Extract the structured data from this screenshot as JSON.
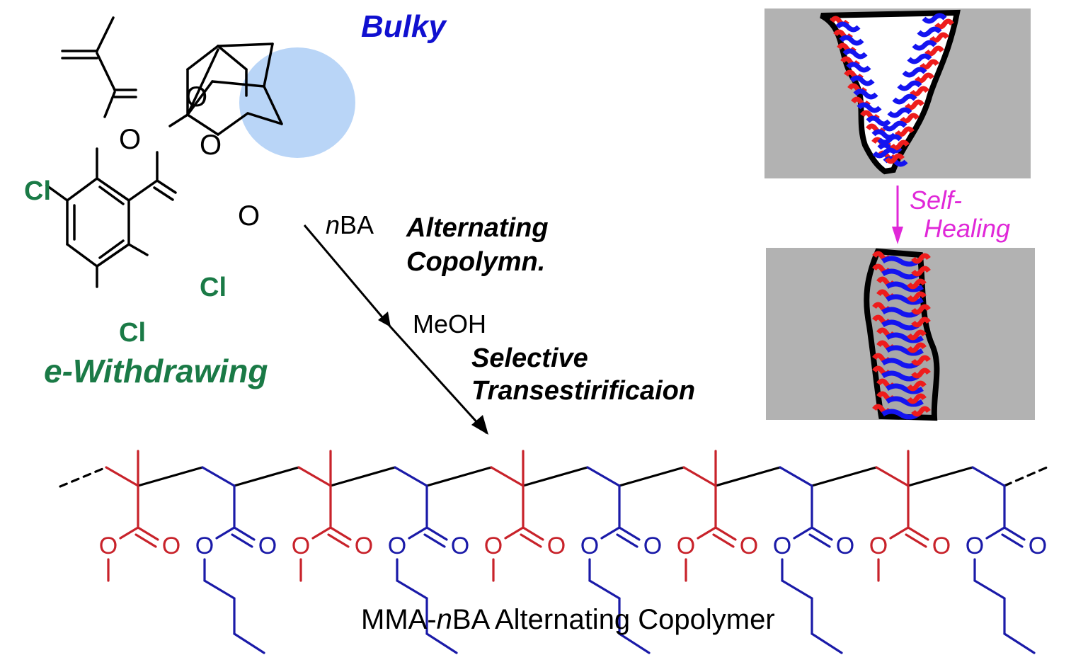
{
  "colors": {
    "bond": "#000000",
    "chlorine": "#1a7a46",
    "bulky_label": "#1010d0",
    "bulky_highlight": "#b9d5f7",
    "mma": "#c8222a",
    "nba": "#1a1aa8",
    "healing": "#e028d8",
    "panel_gray": "#b2b2b2",
    "wave_red": "#ee1c1c",
    "wave_blue": "#1414f0"
  },
  "monomer": {
    "bulky_label": "Bulky",
    "withdrawing_label": "e-Withdrawing",
    "atoms": {
      "o_carbonyl_top": "O",
      "o_ester_top": "O",
      "o_ester_right": "O",
      "o_carbonyl_right": "O",
      "cl_left": "Cl",
      "cl_right": "Cl",
      "cl_bottom": "Cl"
    }
  },
  "reaction": {
    "step1_reagent_prefix": "n",
    "step1_reagent": "BA",
    "step1_label_line1": "Alternating",
    "step1_label_line2": "Copolymn.",
    "step2_reagent": "MeOH",
    "step2_label_line1": "Selective",
    "step2_label_line2": "Transestirificaion"
  },
  "healing": {
    "label_line1": "Self-",
    "label_line2": "Healing"
  },
  "polymer": {
    "caption_prefix": "MMA-",
    "caption_italic": "n",
    "caption_suffix": "BA Alternating Copolymer",
    "units": [
      "MMA",
      "nBA",
      "MMA",
      "nBA",
      "MMA",
      "nBA",
      "MMA",
      "nBA",
      "MMA",
      "nBA"
    ],
    "oxygen_symbol": "O"
  }
}
